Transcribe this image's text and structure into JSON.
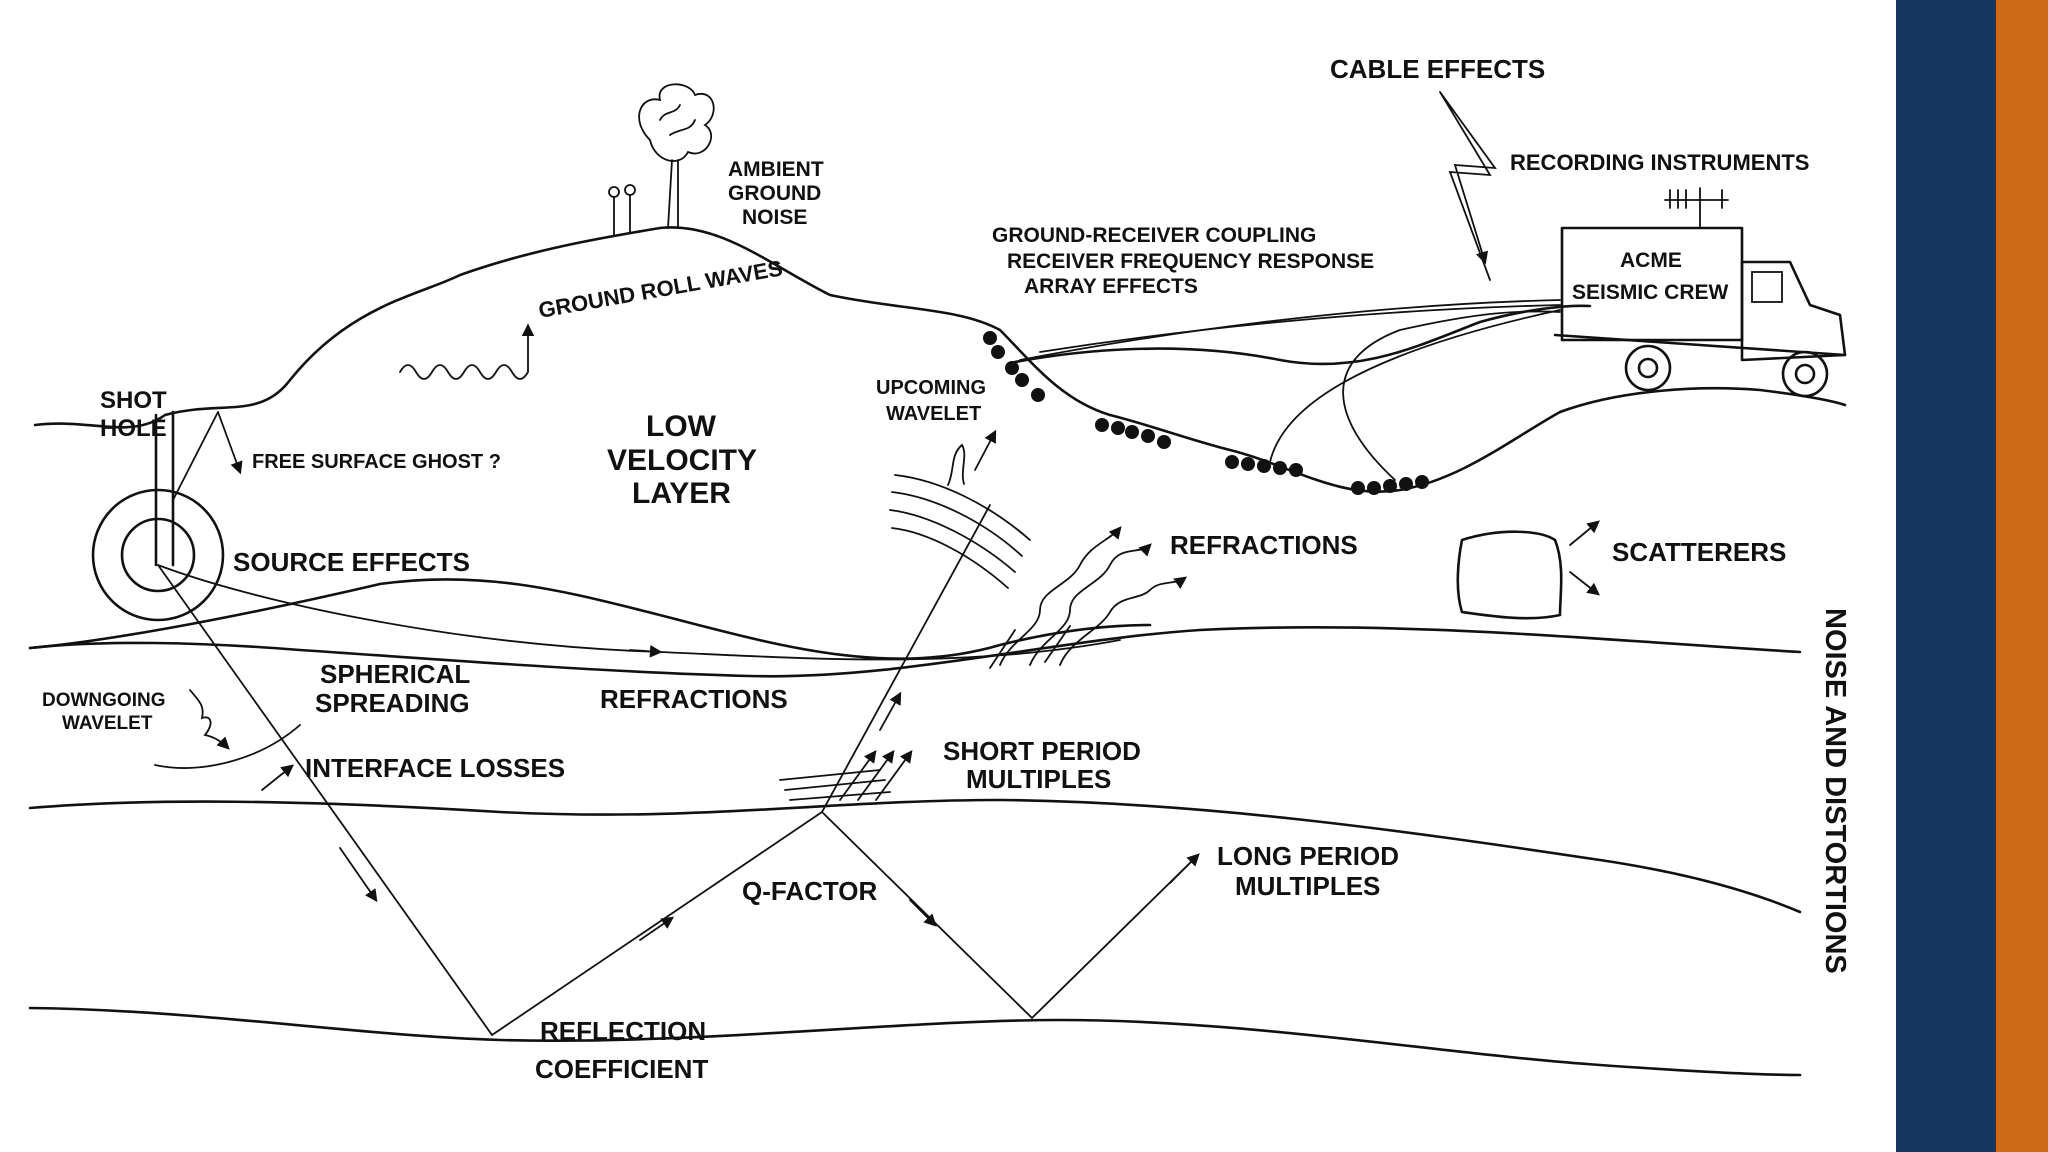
{
  "diagram": {
    "labels": {
      "cable_effects": "CABLE EFFECTS",
      "recording_instruments": "RECORDING INSTRUMENTS",
      "ambient_1": "AMBIENT",
      "ambient_2": "GROUND",
      "ambient_3": "NOISE",
      "coupling_1": "GROUND-RECEIVER COUPLING",
      "coupling_2": "RECEIVER FREQUENCY  RESPONSE",
      "coupling_3": "ARRAY EFFECTS",
      "truck_1": "ACME",
      "truck_2": "SEISMIC CREW",
      "ground_roll": "GROUND ROLL WAVES",
      "shot_1": "SHOT",
      "shot_2": "HOLE",
      "free_surface": "FREE SURFACE GHOST ?",
      "lvl_1": "LOW",
      "lvl_2": "VELOCITY",
      "lvl_3": "LAYER",
      "upcoming_1": "UPCOMING",
      "upcoming_2": "WAVELET",
      "source_effects": "SOURCE EFFECTS",
      "refractions_upper": "REFRACTIONS",
      "scatterers": "SCATTERERS",
      "downgoing_1": "DOWNGOING",
      "downgoing_2": "WAVELET",
      "spherical_1": "SPHERICAL",
      "spherical_2": "SPREADING",
      "refractions_lower": "REFRACTIONS",
      "interface_losses": "INTERFACE LOSSES",
      "short_period_1": "SHORT PERIOD",
      "short_period_2": "MULTIPLES",
      "long_period_1": "LONG PERIOD",
      "long_period_2": "MULTIPLES",
      "q_factor": "Q-FACTOR",
      "reflection_1": "REFLECTION",
      "reflection_2": "COEFFICIENT",
      "noise_distortions": "NOISE AND DISTORTIONS"
    }
  },
  "colors": {
    "navy_band": "#17375e",
    "orange_band": "#cc6a1a",
    "ink": "#111111"
  }
}
